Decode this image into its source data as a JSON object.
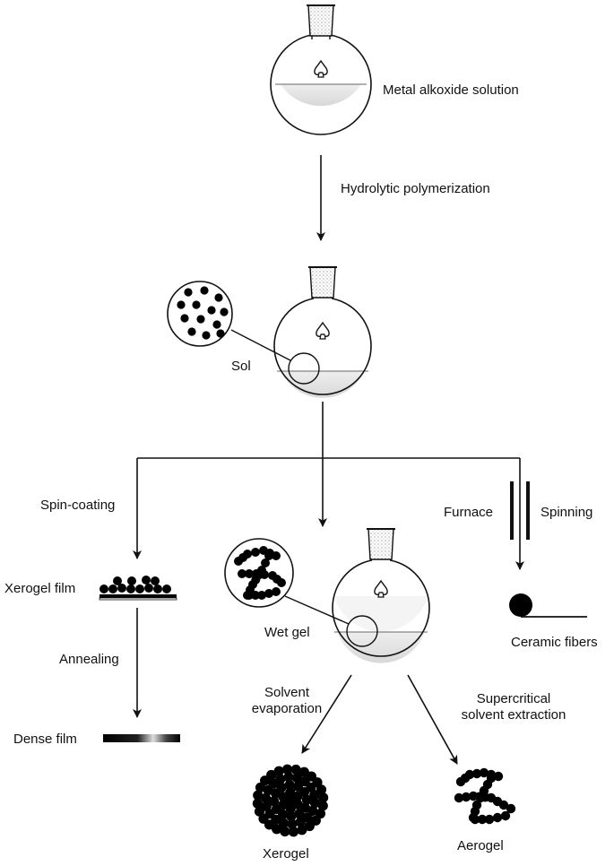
{
  "labels": {
    "metal_alkoxide_solution": "Metal alkoxide solution",
    "hydrolytic_polymerization": "Hydrolytic polymerization",
    "sol": "Sol",
    "spin_coating": "Spin-coating",
    "furnace": "Furnace",
    "spinning": "Spinning",
    "xerogel_film": "Xerogel film",
    "wet_gel": "Wet gel",
    "ceramic_fibers": "Ceramic fibers",
    "annealing": "Annealing",
    "solvent_evaporation_line1": "Solvent",
    "solvent_evaporation_line2": "evaporation",
    "supercritical_line1": "Supercritical",
    "supercritical_line2": "solvent extraction",
    "dense_film": "Dense film",
    "xerogel": "Xerogel",
    "aerogel": "Aerogel"
  },
  "colors": {
    "ink": "#111111",
    "liquid": "#e6e6e6",
    "particle": "#000000"
  }
}
